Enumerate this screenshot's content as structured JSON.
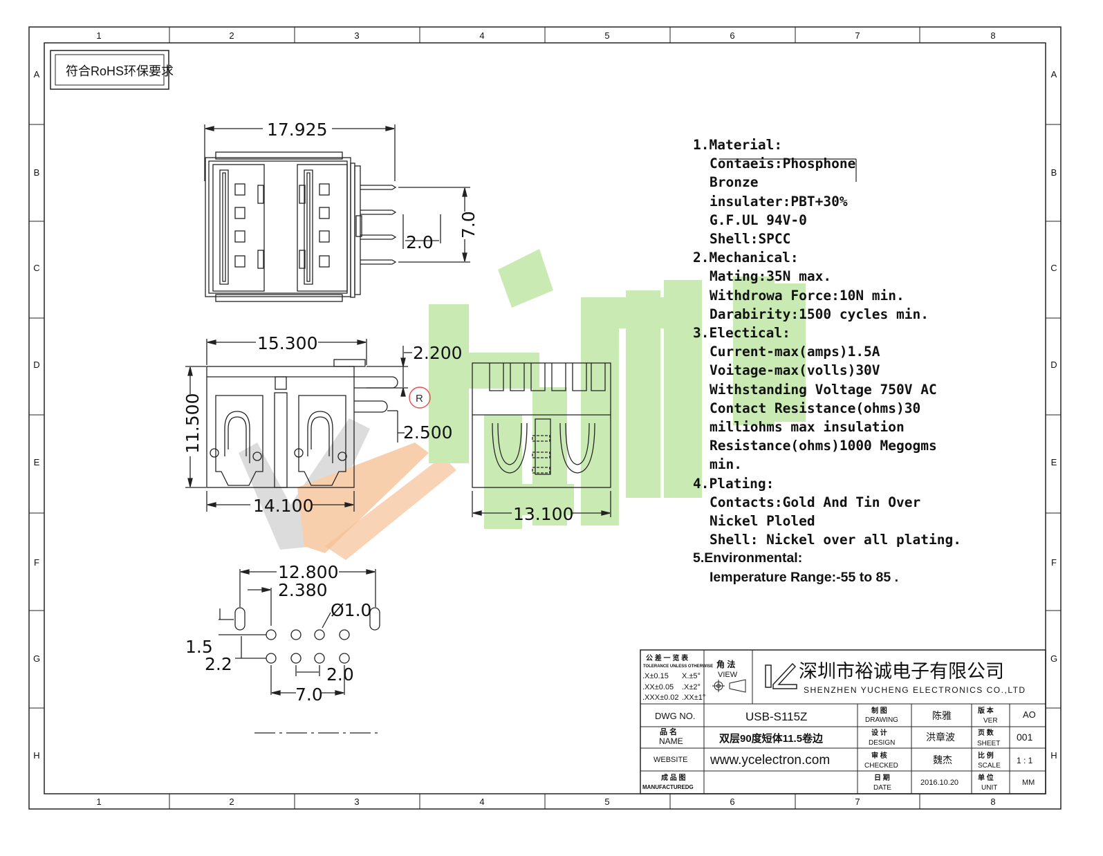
{
  "frame": {
    "column_labels": [
      "1",
      "2",
      "3",
      "4",
      "5",
      "6",
      "7",
      "8"
    ],
    "row_labels": [
      "A",
      "B",
      "C",
      "D",
      "E",
      "F",
      "G",
      "H"
    ]
  },
  "compliance_stamp": "符合RoHS环保要求",
  "dimensions": {
    "top_width": "17.925",
    "pin_span": "7.0",
    "pin_pitch_top": "2.0",
    "front_width": "15.300",
    "front_height": "11.500",
    "pin_offset_1": "2.200",
    "pin_offset_2": "2.500",
    "bottom_width": "14.100",
    "side_width": "13.100",
    "footprint_width": "12.800",
    "footprint_offset": "2.380",
    "hole_diameter": "Ø1.0",
    "row_offset": "1.5",
    "row_pitch": "2.2",
    "hole_pitch": "2.0",
    "hole_span": "7.0"
  },
  "watermark": {
    "registered_mark": "R",
    "colors": {
      "green": "#bfe7a6",
      "orange": "#f6c59b",
      "gray": "#d4d4d4",
      "red": "#e04040"
    }
  },
  "specs": {
    "lines": [
      {
        "text": "1.Material:",
        "indent": false
      },
      {
        "text": "Contaeis:Phosphone",
        "indent": true
      },
      {
        "text": "Bronze",
        "indent": true
      },
      {
        "text": "insulater:PBT+30%",
        "indent": true
      },
      {
        "text": "G.F.UL   94V-0",
        "indent": true
      },
      {
        "text": "Shell:SPCC",
        "indent": true
      },
      {
        "text": "2.Mechanical:",
        "indent": false
      },
      {
        "text": "Mating:35N max.",
        "indent": true
      },
      {
        "text": "Withdrowa Force:10N min.",
        "indent": true
      },
      {
        "text": "Darabirity:1500 cycles min.",
        "indent": true
      },
      {
        "text": "3.Electical:",
        "indent": false
      },
      {
        "text": "Current-max(amps)1.5A",
        "indent": true
      },
      {
        "text": "Voitage-max(volls)30V",
        "indent": true
      },
      {
        "text": "Withstanding Voltage 750V AC",
        "indent": true
      },
      {
        "text": "Contact Resistance(ohms)30",
        "indent": true
      },
      {
        "text": "milliohms max insulation",
        "indent": true
      },
      {
        "text": "Resistance(ohms)1000 Megogms",
        "indent": true
      },
      {
        "text": "min.",
        "indent": true
      },
      {
        "text": "4.Plating:",
        "indent": false
      },
      {
        "text": "Contacts:Gold And Tin Over",
        "indent": true
      },
      {
        "text": "Nickel Ploled",
        "indent": true
      },
      {
        "text": "Shell: Nickel over all plating.",
        "indent": true
      },
      {
        "text": "5.Environmental:",
        "indent": false
      },
      {
        "text": "Iemperature Range:-55  to 85   .",
        "indent": true
      }
    ]
  },
  "title_block": {
    "tolerance_title": "公 差 一 览 表",
    "tolerance_subtitle": "TOLERANCE UNLESS OTHERWISE",
    "tolerances": [
      [
        ".X±0.15",
        "X.±5°"
      ],
      [
        ".XX±0.05",
        ".X±2°"
      ],
      [
        ".XXX±0.02",
        ".XX±1°"
      ]
    ],
    "view_label_cn": "角 法",
    "view_label": "VIEW",
    "company_cn": "深圳市裕诚电子有限公司",
    "company_en": "SHENZHEN YUCHENG ELECTRONICS CO.,LTD",
    "rows": [
      {
        "label": "DWG NO.",
        "label_cn": "",
        "value": "USB-S115Z",
        "mid_cn": "制 图",
        "mid_en": "DRAWING",
        "person": "陈雅",
        "right_cn": "版 本",
        "right_en": "VER",
        "right_value": "AO"
      },
      {
        "label": "NAME",
        "label_cn": "品 名",
        "value": "双层90度短体11.5卷边",
        "mid_cn": "设 计",
        "mid_en": "DESIGN",
        "person": "洪章波",
        "right_cn": "页 数",
        "right_en": "SHEET",
        "right_value": "001"
      },
      {
        "label": "WEBSITE",
        "label_cn": "",
        "value": "www.ycelectron.com",
        "mid_cn": "审 核",
        "mid_en": "CHECKED",
        "person": "魏杰",
        "right_cn": "比 例",
        "right_en": "SCALE",
        "right_value": "1 : 1"
      },
      {
        "label": "MANUFACTUREDG",
        "label_cn": "成 品 图",
        "value": "",
        "mid_cn": "日 期",
        "mid_en": "DATE",
        "person": "2016.10.20",
        "right_cn": "单 位",
        "right_en": "UNIT",
        "right_value": "MM"
      }
    ]
  }
}
